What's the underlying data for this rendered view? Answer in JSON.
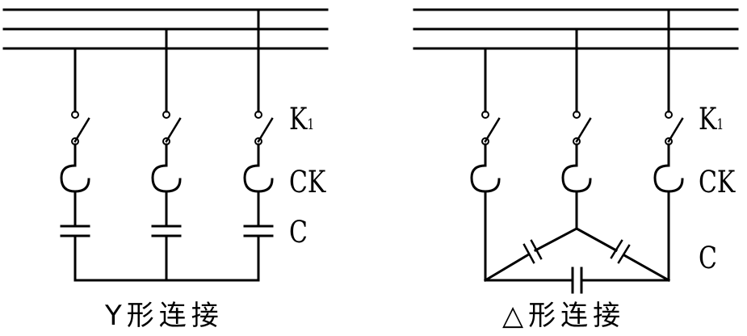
{
  "diagrams": [
    {
      "caption": "Y形连接",
      "labels": {
        "switch": "K",
        "switch_sub": "1",
        "reactor": "CK",
        "capacitor": "C"
      }
    },
    {
      "caption": "△形连接",
      "labels": {
        "switch": "K",
        "switch_sub": "1",
        "reactor": "CK",
        "capacitor": "C"
      }
    }
  ],
  "colors": {
    "line": "#000000",
    "background": "#ffffff"
  }
}
